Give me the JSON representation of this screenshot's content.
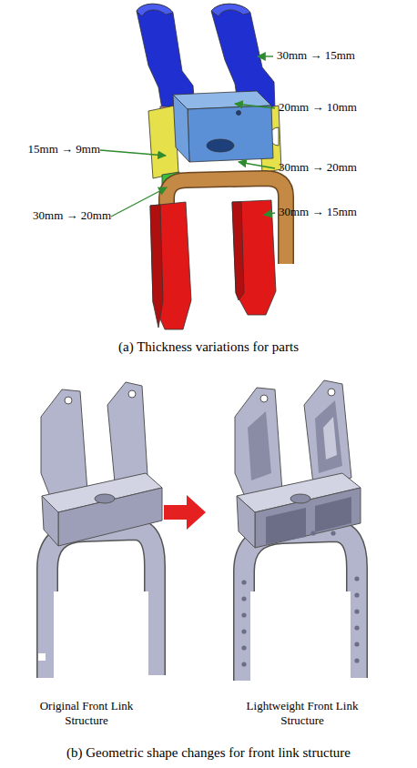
{
  "diagram": {
    "labels": [
      "30mm → 15mm",
      "20mm → 10mm",
      "15mm → 9mm",
      "30mm → 20mm",
      "30mm → 20mm",
      "30mm → 15mm",
      "(a) Thickness variations for parts",
      "Original Front Link Structure",
      "Lightweight Front Link Structure",
      "(b) Geometric shape changes for front link structure"
    ]
  }
}
